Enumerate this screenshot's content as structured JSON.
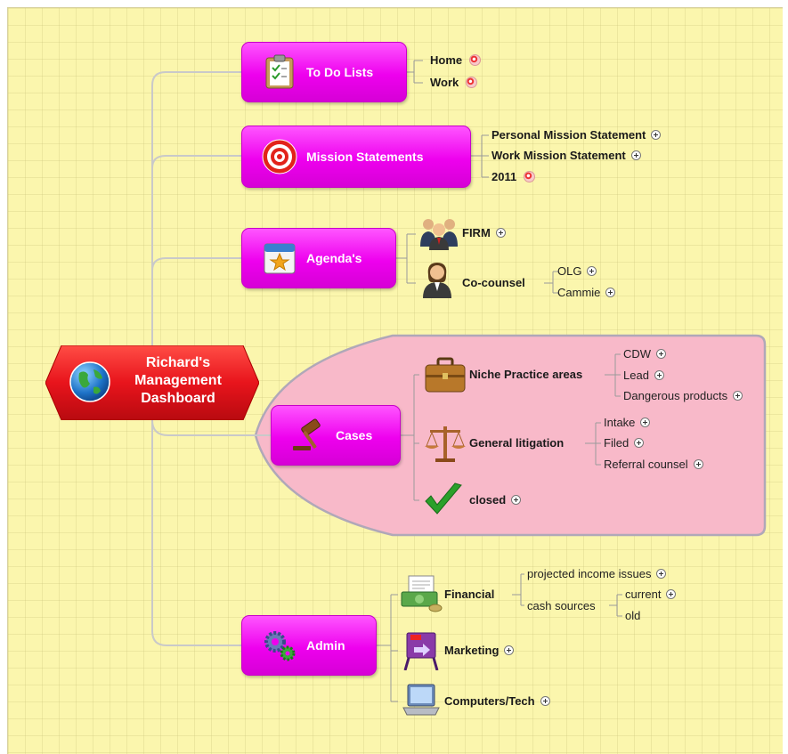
{
  "central": {
    "line1": "Richard's",
    "line2": "Management",
    "line3": "Dashboard"
  },
  "branches": {
    "todo": {
      "label": "To Do Lists",
      "icon": "clipboard-checklist-icon",
      "children": [
        "Home",
        "Work"
      ]
    },
    "mission": {
      "label": "Mission Statements",
      "icon": "target-icon",
      "children": [
        "Personal Mission Statement",
        "Work Mission Statement",
        "2011"
      ]
    },
    "agenda": {
      "label": "Agenda's",
      "icon": "calendar-star-icon",
      "firm": "FIRM",
      "cocounsel": "Co-counsel",
      "cocounsel_children": [
        "OLG",
        "Cammie"
      ]
    },
    "cases": {
      "label": "Cases",
      "icon": "gavel-icon",
      "niche": "Niche Practice areas",
      "niche_children": [
        "CDW",
        "Lead",
        "Dangerous products"
      ],
      "general": "General litigation",
      "general_children": [
        "Intake",
        "Filed",
        "Referral counsel"
      ],
      "closed": "closed"
    },
    "admin": {
      "label": "Admin",
      "icon": "gears-icon",
      "financial": "Financial",
      "financial_children": [
        "projected income issues",
        "cash sources"
      ],
      "cash_children": [
        "current",
        "old"
      ],
      "marketing": "Marketing",
      "computers": "Computers/Tech"
    }
  },
  "colors": {
    "topic": "#ee00ee",
    "central": "#e8141c",
    "background": "#fbf6ad",
    "cases_zone": "#f7b8c8"
  }
}
